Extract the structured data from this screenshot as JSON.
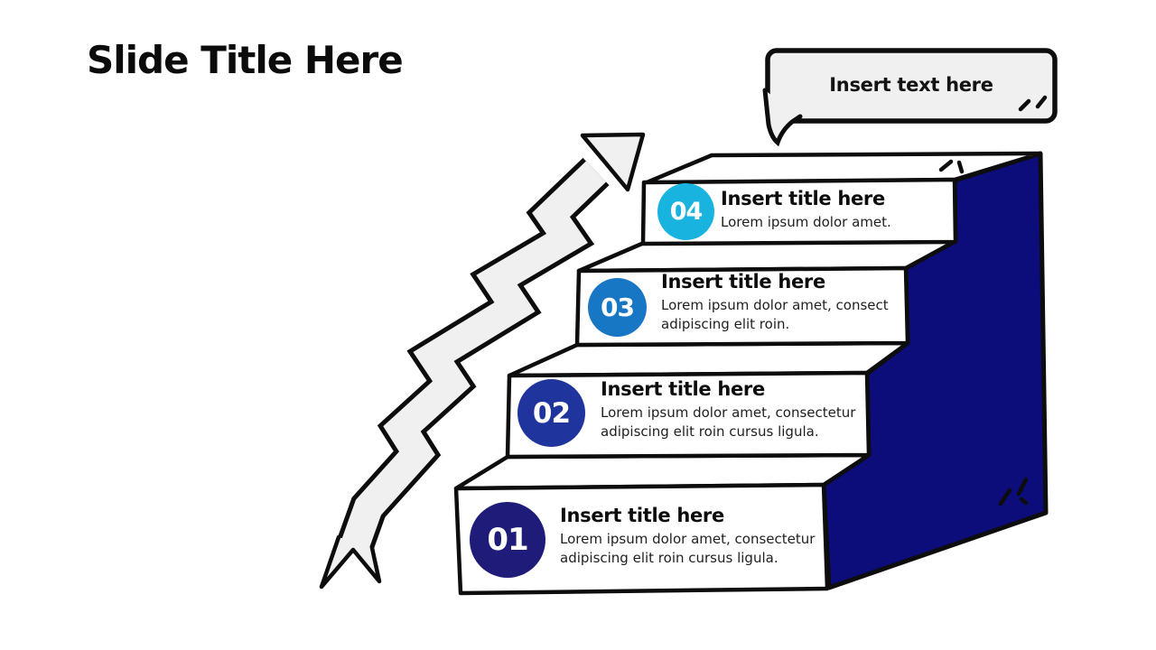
{
  "slide": {
    "title": "Slide Title Here"
  },
  "speech_bubble": {
    "text": "Insert text here"
  },
  "steps": [
    {
      "number": "01",
      "title": "Insert title here",
      "desc_lines": [
        "Lorem ipsum dolor amet, consectetur",
        "adipiscing elit roin cursus ligula."
      ],
      "circle_color": "#1e1c78"
    },
    {
      "number": "02",
      "title": "Insert title here",
      "desc_lines": [
        "Lorem ipsum dolor amet, consectetur",
        "adipiscing elit roin cursus ligula."
      ],
      "circle_color": "#20349e"
    },
    {
      "number": "03",
      "title": "Insert title here",
      "desc_lines": [
        "Lorem ipsum dolor amet, consect",
        "adipiscing elit roin."
      ],
      "circle_color": "#1777c5"
    },
    {
      "number": "04",
      "title": "Insert title here",
      "desc_lines": [
        "Lorem ipsum dolor amet."
      ],
      "circle_color": "#18b4df"
    }
  ],
  "colors": {
    "side_wall": "#0c0c7b",
    "outline": "#0d0d0d",
    "arrow_fill": "#f0f0f1",
    "bubble_fill": "#f0f0f1",
    "step_face": "#ffffff"
  }
}
